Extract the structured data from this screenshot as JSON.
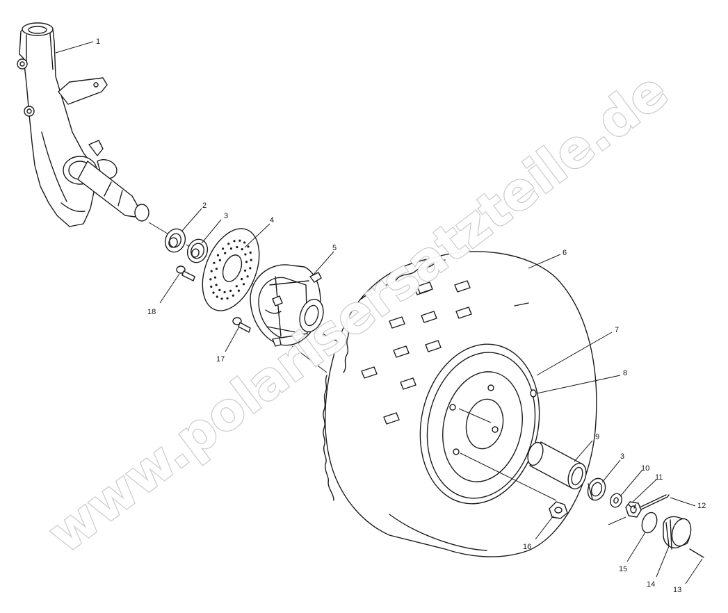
{
  "watermark": "www.polarisersatzteile.de",
  "labels": {
    "p1": "1",
    "p2": "2",
    "p3a": "3",
    "p4": "4",
    "p5": "5",
    "p6": "6",
    "p7": "7",
    "p8": "8",
    "p9": "9",
    "p3b": "3",
    "p10": "10",
    "p11": "11",
    "p12": "12",
    "p13": "13",
    "p14": "14",
    "p15": "15",
    "p16": "16",
    "p17": "17",
    "p18": "18"
  }
}
